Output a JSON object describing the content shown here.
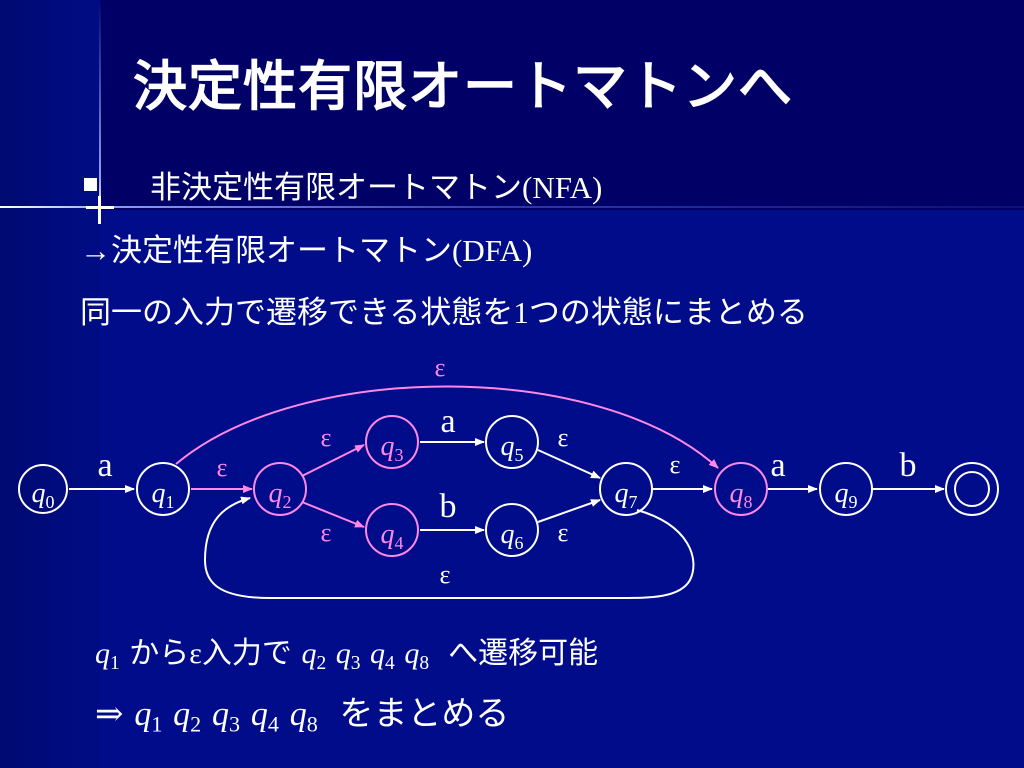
{
  "title": "決定性有限オートマトンへ",
  "bullet_text_jp": "非決定性有限オートマトン",
  "bullet_text_abbr": "(NFA)",
  "line2_arrow": "→",
  "line2_text_jp": "決定性有限オートマトン",
  "line2_text_abbr": "(DFA)",
  "line3_a": "同一の入力で遷移できる状態を",
  "line3_num": "1",
  "line3_b": "つの状態にまとめる",
  "diagram": {
    "states": [
      {
        "id": "q0",
        "letter": "q",
        "sub": "0"
      },
      {
        "id": "q1",
        "letter": "q",
        "sub": "1"
      },
      {
        "id": "q2",
        "letter": "q",
        "sub": "2",
        "highlight": true
      },
      {
        "id": "q3",
        "letter": "q",
        "sub": "3",
        "highlight": true
      },
      {
        "id": "q4",
        "letter": "q",
        "sub": "4",
        "highlight": true
      },
      {
        "id": "q5",
        "letter": "q",
        "sub": "5"
      },
      {
        "id": "q6",
        "letter": "q",
        "sub": "6"
      },
      {
        "id": "q7",
        "letter": "q",
        "sub": "7"
      },
      {
        "id": "q8",
        "letter": "q",
        "sub": "8",
        "highlight": true
      },
      {
        "id": "q9",
        "letter": "q",
        "sub": "9"
      },
      {
        "id": "qf",
        "letter": "",
        "sub": "",
        "accepting": true
      }
    ],
    "labels": {
      "q0_q1": "a",
      "q1_q2": "ε",
      "q2_q3": "ε",
      "q2_q4": "ε",
      "q3_q5": "a",
      "q4_q6": "b",
      "q5_q7": "ε",
      "q6_q7": "ε",
      "q7_q8": "ε",
      "q8_q9": "a",
      "q9_qf": "b",
      "q1_q8": "ε",
      "q7_q2": "ε"
    }
  },
  "note1": {
    "q1_letter": "q",
    "q1_sub": "1",
    "kara": " から",
    "eps": "ε",
    "nyuryoku": "入力で ",
    "targets": [
      {
        "letter": "q",
        "sub": "2"
      },
      {
        "letter": "q",
        "sub": "3"
      },
      {
        "letter": "q",
        "sub": "4"
      },
      {
        "letter": "q",
        "sub": "8"
      }
    ],
    "tail": "へ遷移可能"
  },
  "note2": {
    "arrow": "⇒",
    "items": [
      {
        "letter": "q",
        "sub": "1"
      },
      {
        "letter": "q",
        "sub": "2"
      },
      {
        "letter": "q",
        "sub": "3"
      },
      {
        "letter": "q",
        "sub": "4"
      },
      {
        "letter": "q",
        "sub": "8"
      }
    ],
    "tail": "をまとめる"
  },
  "colors": {
    "background": "#000c8a",
    "highlight": "#ff88e6",
    "text": "#ffffff"
  }
}
